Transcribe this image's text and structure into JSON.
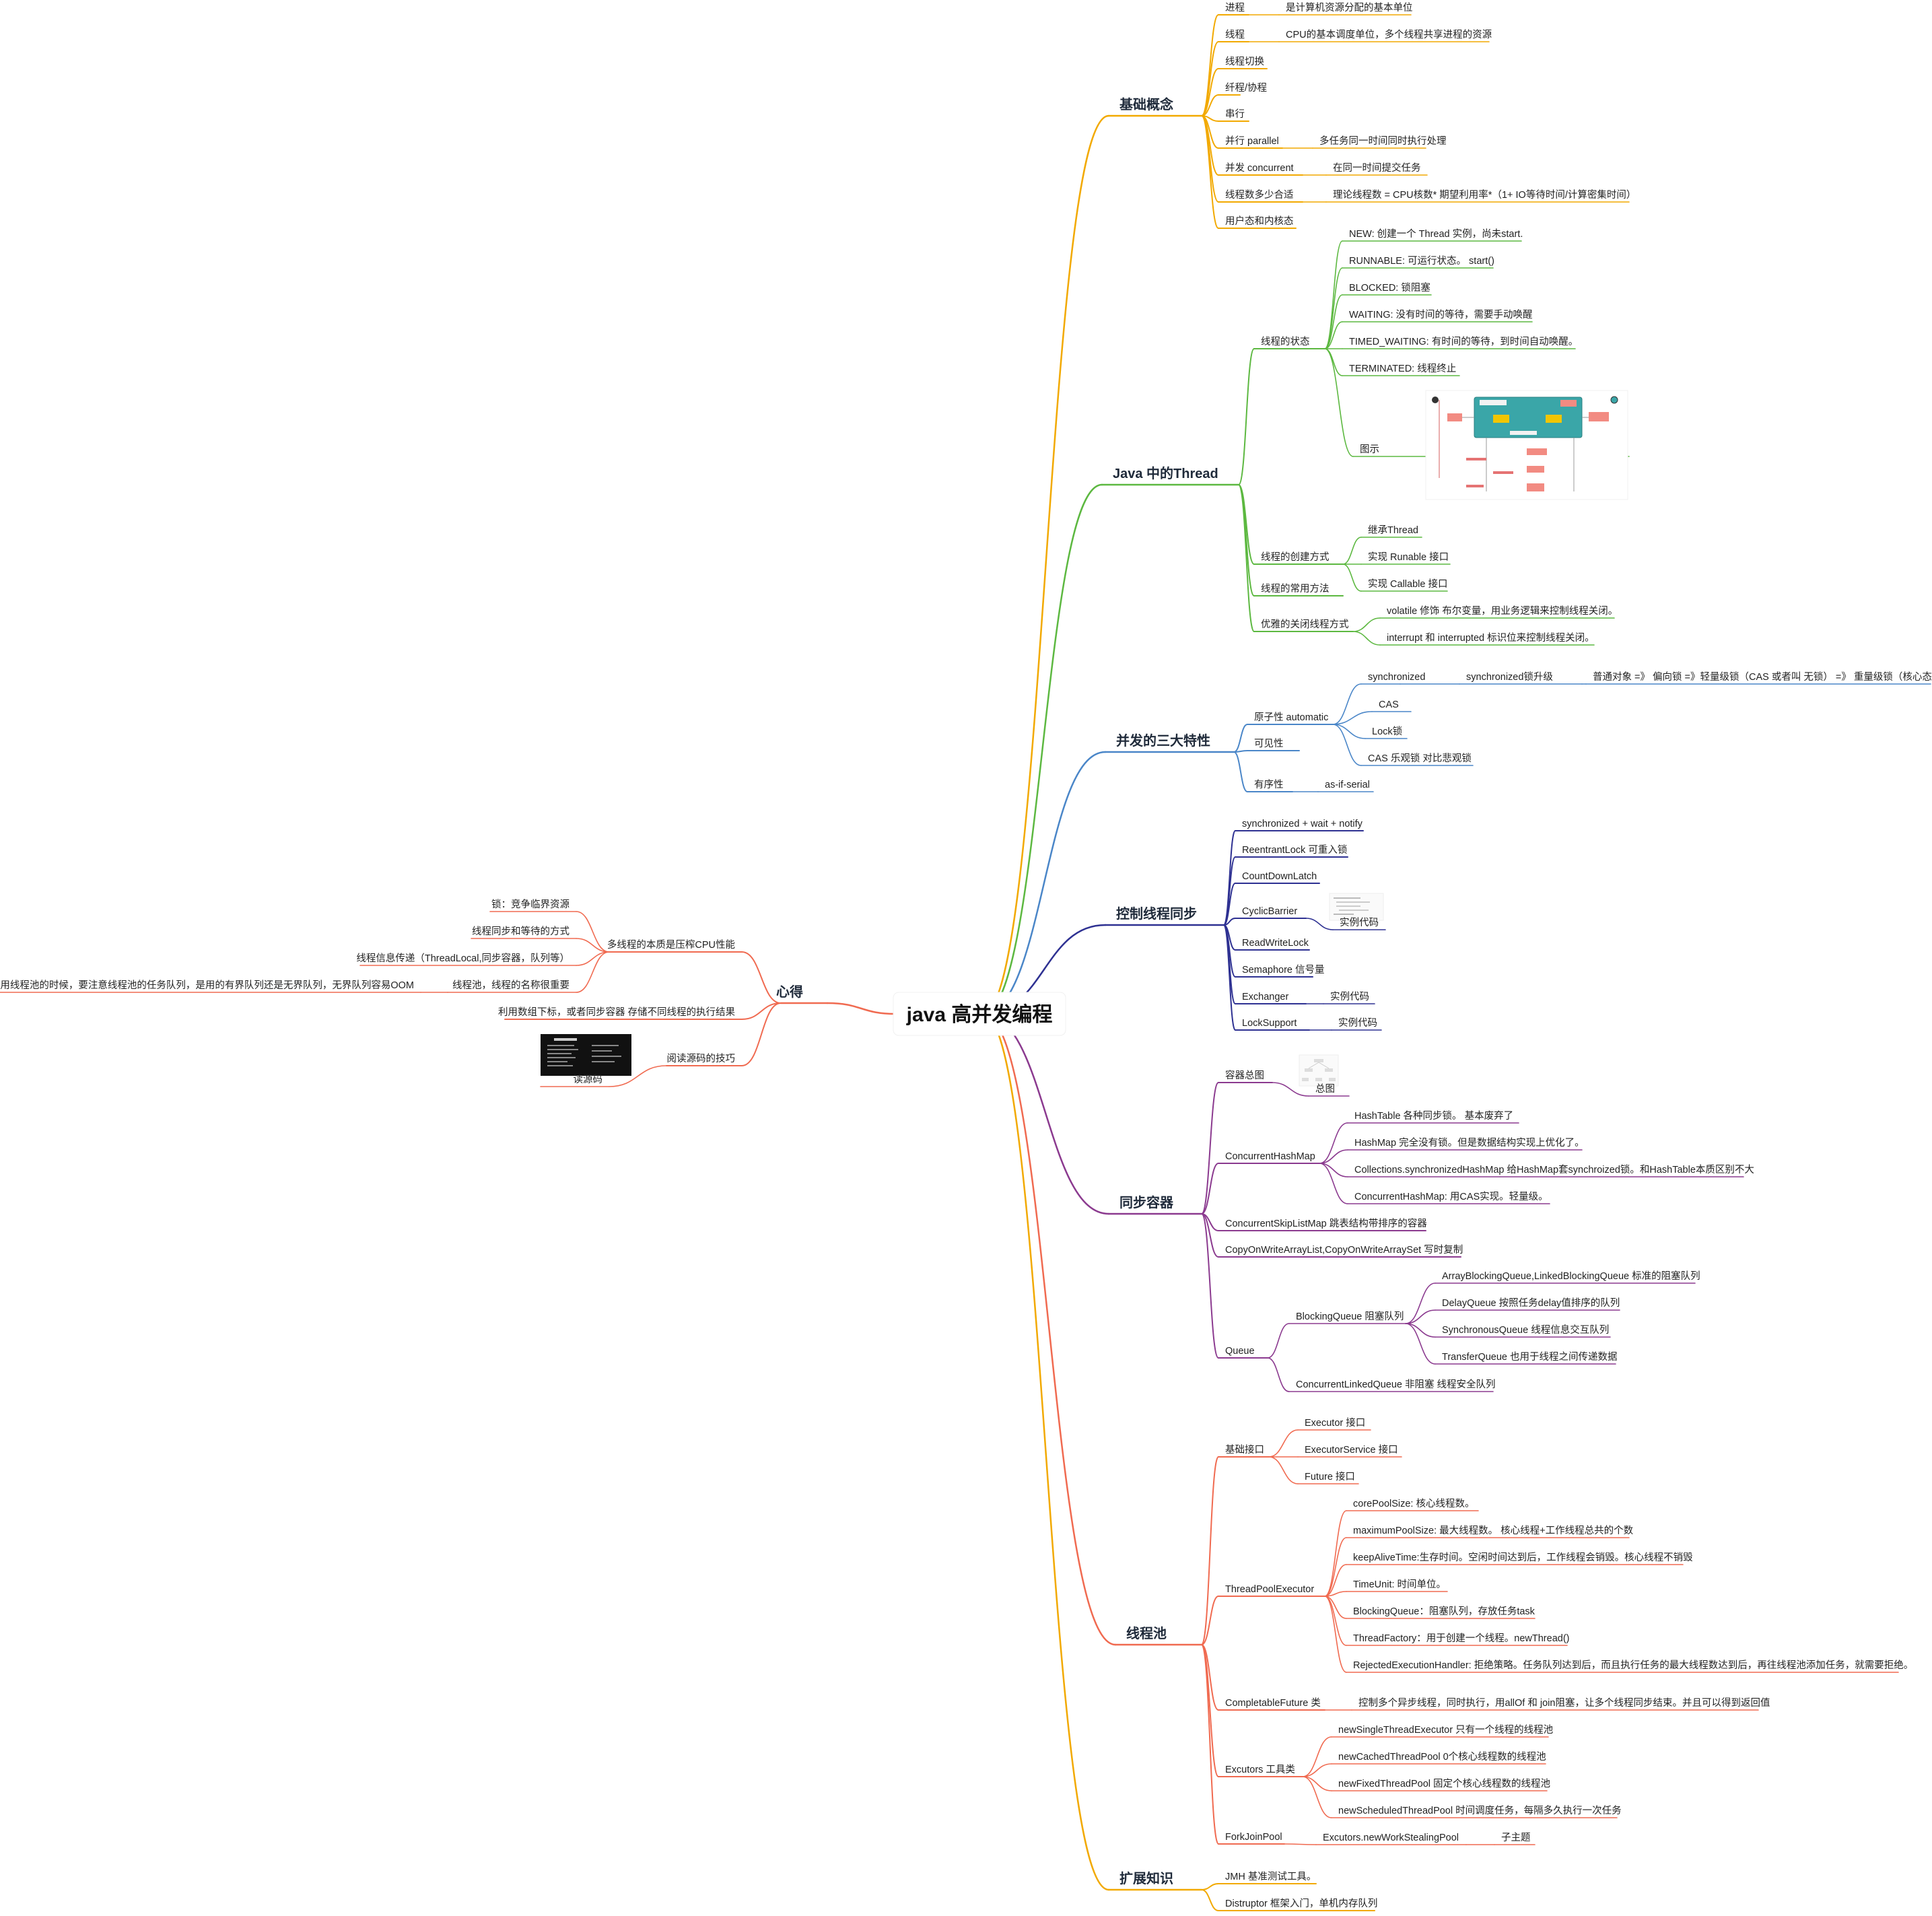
{
  "root": "java 高并发编程",
  "branches": [
    {
      "id": "b1",
      "label": "基础概念",
      "color": "#f2a900",
      "children": [
        {
          "label": "进程",
          "children": [
            {
              "label": "是计算机资源分配的基本单位"
            }
          ]
        },
        {
          "label": "线程",
          "children": [
            {
              "label": "CPU的基本调度单位，多个线程共享进程的资源"
            }
          ]
        },
        {
          "label": "线程切换"
        },
        {
          "label": "纤程/协程"
        },
        {
          "label": "串行"
        },
        {
          "label": "并行 parallel",
          "children": [
            {
              "label": "多任务同一时间同时执行处理"
            }
          ]
        },
        {
          "label": "并发 concurrent",
          "children": [
            {
              "label": "在同一时间提交任务"
            }
          ]
        },
        {
          "label": "线程数多少合适",
          "children": [
            {
              "label": "理论线程数 = CPU核数* 期望利用率*（1+ IO等待时间/计算密集时间）"
            }
          ]
        },
        {
          "label": "用户态和内核态"
        }
      ]
    },
    {
      "id": "b2",
      "label": "Java 中的Thread",
      "color": "#5cb840",
      "children": [
        {
          "label": "线程的状态",
          "children": [
            {
              "label": "NEW: 创建一个 Thread 实例，尚未start."
            },
            {
              "label": "RUNNABLE: 可运行状态。 start()"
            },
            {
              "label": "BLOCKED: 锁阻塞"
            },
            {
              "label": "WAITING: 没有时间的等待，需要手动唤醒"
            },
            {
              "label": "TIMED_WAITING:  有时间的等待，到时间自动唤醒。"
            },
            {
              "label": "TERMINATED:  线程终止"
            },
            {
              "label": "图示"
            }
          ]
        },
        {
          "label": "线程的创建方式",
          "children": [
            {
              "label": "继承Thread"
            },
            {
              "label": "实现 Runable 接口"
            },
            {
              "label": "实现 Callable 接口"
            }
          ]
        },
        {
          "label": "线程的常用方法"
        },
        {
          "label": "优雅的关闭线程方式",
          "children": [
            {
              "label": "volatile 修饰 布尔变量，用业务逻辑来控制线程关闭。"
            },
            {
              "label": "interrupt 和 interrupted 标识位来控制线程关闭。"
            }
          ]
        }
      ]
    },
    {
      "id": "b3",
      "label": "并发的三大特性",
      "color": "#4a86c8",
      "children": [
        {
          "label": "原子性 automatic",
          "children": [
            {
              "label": "synchronized",
              "children": [
                {
                  "label": "synchronized锁升级",
                  "children": [
                    {
                      "label": "普通对象 =》 偏向锁 =》轻量级锁（CAS 或者叫 无锁） =》 重量级锁（核心态）"
                    }
                  ]
                }
              ]
            },
            {
              "label": "CAS"
            },
            {
              "label": "Lock锁"
            },
            {
              "label": "CAS 乐观锁 对比悲观锁"
            }
          ]
        },
        {
          "label": "可见性"
        },
        {
          "label": "有序性",
          "children": [
            {
              "label": "as-if-serial"
            }
          ]
        }
      ]
    },
    {
      "id": "b4",
      "label": "控制线程同步",
      "color": "#2e3192",
      "children": [
        {
          "label": "synchronized + wait + notify"
        },
        {
          "label": "ReentrantLock 可重入锁"
        },
        {
          "label": "CountDownLatch"
        },
        {
          "label": "CyclicBarrier",
          "children": [
            {
              "label": "实例代码"
            }
          ]
        },
        {
          "label": "ReadWriteLock"
        },
        {
          "label": "Semaphore 信号量"
        },
        {
          "label": "Exchanger",
          "children": [
            {
              "label": "实例代码"
            }
          ]
        },
        {
          "label": "LockSupport",
          "children": [
            {
              "label": "实例代码"
            }
          ]
        }
      ]
    },
    {
      "id": "b5",
      "label": "同步容器",
      "color": "#8b3a8f",
      "children": [
        {
          "label": "容器总图",
          "children": [
            {
              "label": "总图"
            }
          ]
        },
        {
          "label": "ConcurrentHashMap",
          "children": [
            {
              "label": "HashTable 各种同步锁。  基本废弃了"
            },
            {
              "label": "HashMap 完全没有锁。但是数据结构实现上优化了。"
            },
            {
              "label": "Collections.synchronizedHashMap 给HashMap套synchroized锁。和HashTable本质区别不大"
            },
            {
              "label": "ConcurrentHashMap:  用CAS实现。轻量级。"
            }
          ]
        },
        {
          "label": "ConcurrentSkipListMap 跳表结构带排序的容器"
        },
        {
          "label": "CopyOnWriteArrayList,CopyOnWriteArraySet  写时复制"
        },
        {
          "label": "Queue",
          "children": [
            {
              "label": "BlockingQueue 阻塞队列",
              "children": [
                {
                  "label": "ArrayBlockingQueue,LinkedBlockingQueue 标准的阻塞队列"
                },
                {
                  "label": "DelayQueue  按照任务delay值排序的队列"
                },
                {
                  "label": "SynchronousQueue  线程信息交互队列"
                },
                {
                  "label": "TransferQueue 也用于线程之间传递数据"
                }
              ]
            },
            {
              "label": "ConcurrentLinkedQueue 非阻塞 线程安全队列"
            }
          ]
        }
      ]
    },
    {
      "id": "b6",
      "label": "线程池",
      "color": "#f06a50",
      "children": [
        {
          "label": "基础接口",
          "children": [
            {
              "label": "Executor 接口"
            },
            {
              "label": "ExecutorService 接口"
            },
            {
              "label": "Future 接口"
            }
          ]
        },
        {
          "label": "ThreadPoolExecutor",
          "children": [
            {
              "label": "corePoolSize:  核心线程数。"
            },
            {
              "label": "maximumPoolSize: 最大线程数。  核心线程+工作线程总共的个数"
            },
            {
              "label": "keepAliveTime:生存时间。空闲时间达到后，工作线程会销毁。核心线程不销毁"
            },
            {
              "label": "TimeUnit: 时间单位。"
            },
            {
              "label": "BlockingQueue：阻塞队列，存放任务task"
            },
            {
              "label": "ThreadFactory：用于创建一个线程。newThread()"
            },
            {
              "label": "RejectedExecutionHandler: 拒绝策略。任务队列达到后，而且执行任务的最大线程数达到后，再往线程池添加任务，就需要拒绝。"
            }
          ]
        },
        {
          "label": "CompletableFuture 类",
          "children": [
            {
              "label": "控制多个异步线程，同时执行，用allOf 和 join阻塞，让多个线程同步结束。并且可以得到返回值"
            }
          ]
        },
        {
          "label": "Excutors  工具类",
          "children": [
            {
              "label": "newSingleThreadExecutor 只有一个线程的线程池"
            },
            {
              "label": "newCachedThreadPool  0个核心线程数的线程池"
            },
            {
              "label": "newFixedThreadPool  固定个核心线程数的线程池"
            },
            {
              "label": "newScheduledThreadPool  时间调度任务，每隔多久执行一次任务"
            }
          ]
        },
        {
          "label": "ForkJoinPool",
          "children": [
            {
              "label": "Excutors.newWorkStealingPool",
              "children": [
                {
                  "label": "子主题"
                }
              ]
            }
          ]
        }
      ]
    },
    {
      "id": "b7",
      "label": "扩展知识",
      "color": "#f2a900",
      "children": [
        {
          "label": "JMH 基准测试工具。"
        },
        {
          "label": "Distruptor 框架入门，单机内存队列"
        }
      ]
    },
    {
      "id": "b8",
      "label": "心得",
      "color": "#f06a50",
      "side": "left",
      "children": [
        {
          "label": "多线程的本质是压榨CPU性能",
          "children": [
            {
              "label": "锁：竞争临界资源"
            },
            {
              "label": "线程同步和等待的方式"
            },
            {
              "label": "线程信息传递（ThreadLocal,同步容器，队列等）"
            },
            {
              "label": "线程池，线程的名称很重要",
              "children": [
                {
                  "label": "使用线程池的时候，要注意线程池的任务队列，是用的有界队列还是无界队列，无界队列容易OOM"
                }
              ]
            }
          ]
        },
        {
          "label": "利用数组下标，或者同步容器 存储不同线程的执行结果"
        },
        {
          "label": "阅读源码的技巧",
          "children": [
            {
              "label": "读源码"
            }
          ]
        }
      ]
    }
  ]
}
